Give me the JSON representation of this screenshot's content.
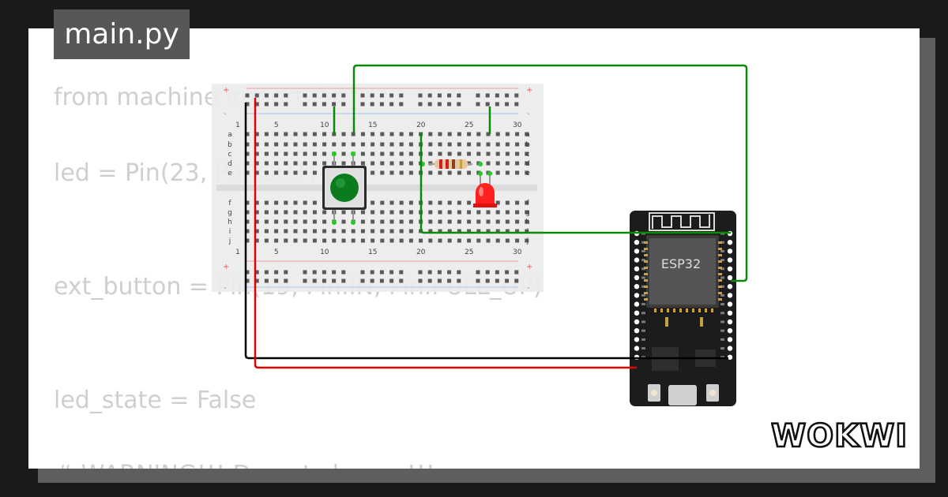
{
  "editor": {
    "filename": "main.py",
    "code_lines": [
      "from machine import Pin",
      "led = Pin(23, Pin.OUT)",
      "ext_button = Pin(19, Pin.IN, Pin.PULL_UP)",
      "led_state = False",
      "# WARNING!!! Do not change!!!"
    ]
  },
  "breadboard": {
    "column_numbers": [
      "1",
      "5",
      "10",
      "15",
      "20",
      "25",
      "30"
    ],
    "rows_top": [
      "a",
      "b",
      "c",
      "d",
      "e"
    ],
    "rows_bottom": [
      "f",
      "g",
      "h",
      "i",
      "j"
    ],
    "rail_plus": "+",
    "rail_minus": "-"
  },
  "board": {
    "chip_label": "ESP32"
  },
  "brand": {
    "logo_text": "WOKWI"
  },
  "colors": {
    "wire_green": "#0a8a0a",
    "wire_black": "#000000",
    "wire_red": "#e00000",
    "button_cap": "#0c7a1f",
    "led_red": "#ff2020"
  }
}
